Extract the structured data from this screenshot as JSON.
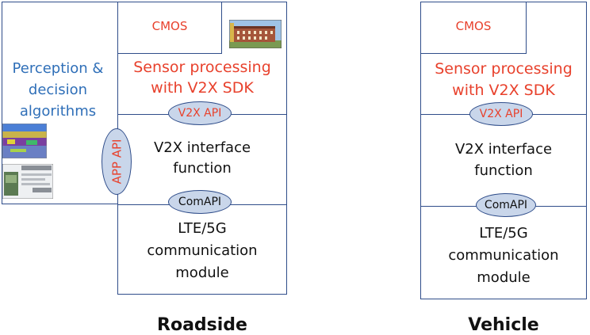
{
  "roadside": {
    "cmos": "CMOS",
    "sensor": [
      "Sensor processing",
      "with V2X SDK"
    ],
    "v2x_api": "V2X API",
    "interface": [
      "V2X interface",
      "function"
    ],
    "com_api": "ComAPI",
    "comm": [
      "LTE/5G",
      "communication",
      "module"
    ],
    "perception": [
      "Perception &",
      "decision",
      "algorithms"
    ],
    "app_api": "APP API",
    "label": "Roadside"
  },
  "vehicle": {
    "cmos": "CMOS",
    "sensor": [
      "Sensor processing",
      "with V2X SDK"
    ],
    "v2x_api": "V2X API",
    "interface": [
      "V2X interface",
      "function"
    ],
    "com_api": "ComAPI",
    "comm": [
      "LTE/5G",
      "communication",
      "module"
    ],
    "label": "Vehicle"
  },
  "colors": {
    "border": "#2f4d8a",
    "accent_red": "#e8412c",
    "accent_blue": "#2f6fb8",
    "api_oval_fill": "#c9d6ea"
  }
}
